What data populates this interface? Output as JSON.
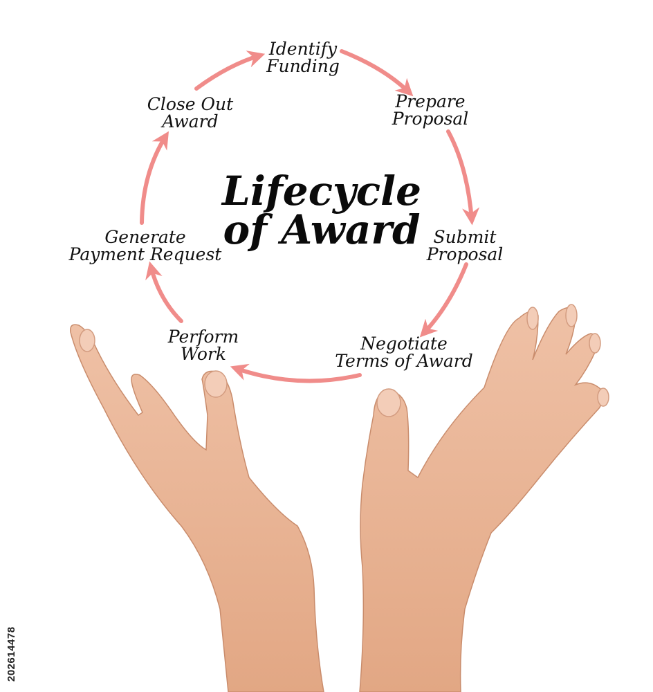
{
  "diagram": {
    "title": [
      "Lifecycle",
      "of Award"
    ],
    "steps": [
      {
        "id": "identify-funding",
        "lines": [
          "Identify",
          "Funding"
        ]
      },
      {
        "id": "prepare-proposal",
        "lines": [
          "Prepare",
          "Proposal"
        ]
      },
      {
        "id": "submit-proposal",
        "lines": [
          "Submit",
          "Proposal"
        ]
      },
      {
        "id": "negotiate-terms",
        "lines": [
          "Negotiate",
          "Terms of Award"
        ]
      },
      {
        "id": "perform-work",
        "lines": [
          "Perform",
          "Work"
        ]
      },
      {
        "id": "generate-payment-request",
        "lines": [
          "Generate",
          "Payment Request"
        ]
      },
      {
        "id": "close-out-award",
        "lines": [
          "Close Out",
          "Award"
        ]
      }
    ],
    "arrow_color": "#f08c8a",
    "text_color": "#111111"
  },
  "stock_id": "202614478",
  "illustration": {
    "subject": "two-open-hands-icon",
    "skin_color": "#e9b596"
  }
}
